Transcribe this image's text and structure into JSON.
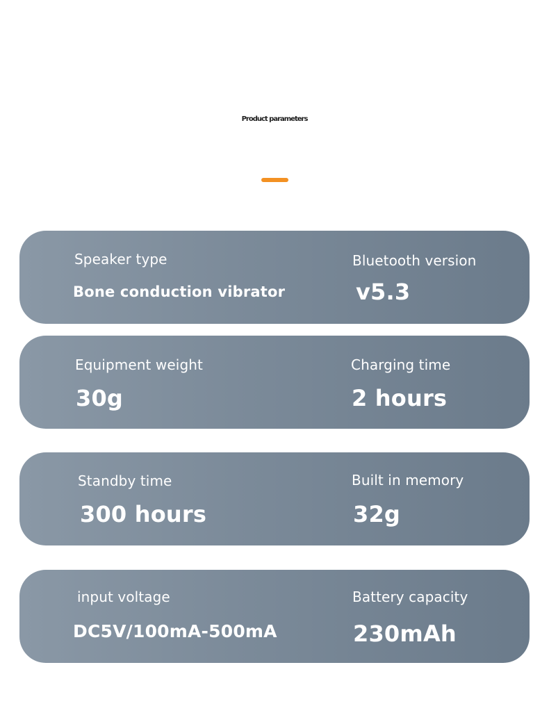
{
  "page": {
    "title": "Product parameters",
    "accent_color": "#f39123",
    "card_color": "#7b8a99"
  },
  "params": [
    {
      "label": "Speaker type",
      "value": "Bone conduction vibrator"
    },
    {
      "label": "Bluetooth version",
      "value": "v5.3"
    },
    {
      "label": "Equipment weight",
      "value": "30g"
    },
    {
      "label": "Charging time",
      "value": "2 hours"
    },
    {
      "label": "Standby time",
      "value": "300 hours"
    },
    {
      "label": "Built in memory",
      "value": "32g"
    },
    {
      "label": "input voltage",
      "value": "DC5V/100mA-500mA"
    },
    {
      "label": "Battery capacity",
      "value": "230mAh"
    }
  ]
}
